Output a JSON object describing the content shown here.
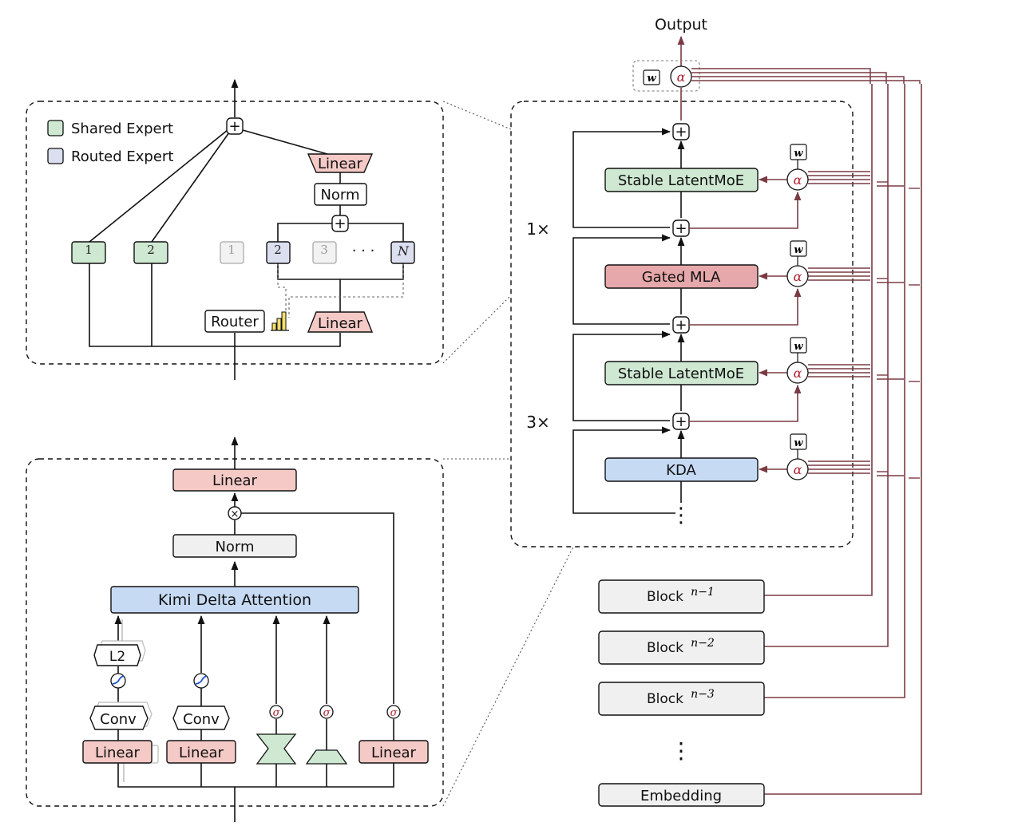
{
  "colors": {
    "green": "#cfe8d2",
    "pink": "#f4c9c6",
    "red": "#e6a8aa",
    "blue": "#c6daf4",
    "gray": "#f0f0f0",
    "routed": "#dcdff0",
    "maroon": "#7a3b45",
    "line": "#111111"
  },
  "output": {
    "label": "Output",
    "w": "w",
    "alpha": "α"
  },
  "stack": {
    "repeat_top": "1×",
    "repeat_bottom": "3×",
    "blocks": [
      {
        "label": "Stable LatentMoE"
      },
      {
        "label": "Gated MLA"
      },
      {
        "label": "Stable LatentMoE"
      },
      {
        "label": "KDA"
      }
    ],
    "w": "w",
    "alpha": "α",
    "dots": "⋮"
  },
  "block_list": [
    {
      "label": "Block",
      "sup": "n−1"
    },
    {
      "label": "Block",
      "sup": "n−2"
    },
    {
      "label": "Block",
      "sup": "n−3"
    },
    {
      "label": "Embedding",
      "sup": ""
    }
  ],
  "list_dots": "⋮",
  "moe": {
    "legend": [
      {
        "label": "Shared Expert",
        "color": "green"
      },
      {
        "label": "Routed Expert",
        "color": "routed"
      }
    ],
    "linear_top": "Linear",
    "norm": "Norm",
    "plus": "+",
    "shared": [
      "1",
      "2"
    ],
    "routed": [
      "1",
      "2",
      "3"
    ],
    "routed_last": "N",
    "dots": "· · ·",
    "router": "Router",
    "linear_bottom": "Linear"
  },
  "kda": {
    "linear_top": "Linear",
    "mult": "×",
    "norm": "Norm",
    "attention": "Kimi Delta Attention",
    "l2": "L2",
    "conv": [
      "Conv",
      "Conv"
    ],
    "linear": [
      "Linear",
      "Linear",
      "Linear"
    ],
    "sigma": "σ"
  }
}
